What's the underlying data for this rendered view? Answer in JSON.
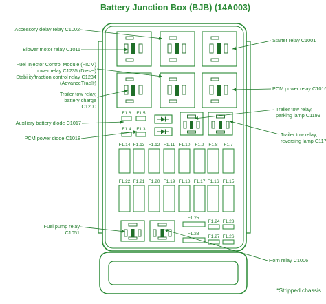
{
  "title": "Battery Junction Box (BJB) (14A003)",
  "callouts": {
    "accessory_delay": [
      "Accessory delay relay C1002"
    ],
    "blower_motor": [
      "Blower motor relay C1011"
    ],
    "ficm": [
      "Fuel Injector Control Module (FICM)",
      "power relay C1235 (Diesel)",
      "Stability/traction control relay C1234",
      "(AdvanceTrac®)"
    ],
    "trailer_tow_charge": [
      "Trailer tow relay,",
      "battery charge",
      "C1200"
    ],
    "aux_battery_diode": [
      "Auxiliary battery diode C1017"
    ],
    "pcm_power_diode": [
      "PCM power diode C1018"
    ],
    "fuel_pump": [
      "Fuel pump relay",
      "C1051"
    ],
    "starter": [
      "Starter relay C1001"
    ],
    "pcm_power_relay": [
      "PCM power relay C1016"
    ],
    "trailer_tow_parking": [
      "Trailer tow relay,",
      "parking lamp C1199"
    ],
    "trailer_tow_reversing": [
      "Trailer tow relay,",
      "reversing lamp C1178"
    ],
    "horn": [
      "Horn relay C1006"
    ]
  },
  "fuses": {
    "f1_6": "F1.6",
    "f1_5": "F1.5",
    "f1_4": "F1.4",
    "f1_3": "F1.3",
    "row1": [
      "F1.14",
      "F1.13",
      "F1.12",
      "F1.11",
      "F1.10",
      "F1.9",
      "F1.8",
      "F1.7"
    ],
    "row2": [
      "F1.22",
      "F1.21",
      "F1.20",
      "F1.19",
      "F1.18",
      "F1.17",
      "F1.16",
      "F1.15"
    ],
    "f1_25": "F1.25",
    "f1_24": "F1.24",
    "f1_23": "F1.23",
    "f1_28": "F1.28",
    "f1_27": "F1.27",
    "f1_26": "F1.26"
  },
  "footnote": "*Stripped chassis",
  "colors": {
    "outline": "#2a8a35",
    "text": "#1f7a2a",
    "relay_pin": "#1f6e28"
  }
}
